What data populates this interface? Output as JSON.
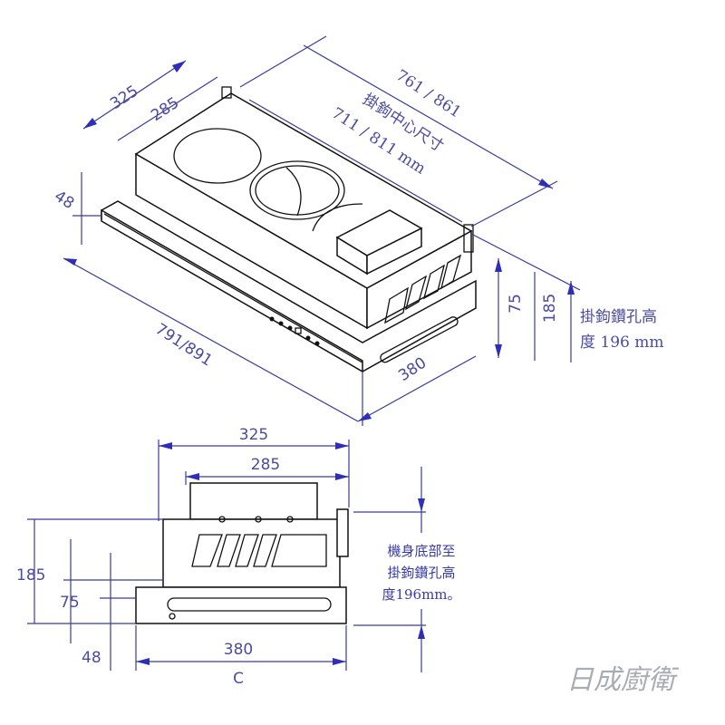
{
  "iso_view": {
    "depth_outer": "325",
    "depth_inner": "285",
    "width_total": "761 / 861",
    "hook_center_label": "掛鉤中心尺寸",
    "hook_center_value": "711 / 811 mm",
    "front_height": "48",
    "front_width": "791/891",
    "depth_bottom": "380",
    "height_small": "75",
    "height_total": "185",
    "hook_hole_note_line1": "掛鉤鑽孔高",
    "hook_hole_note_line2": "度 196 mm"
  },
  "side_view": {
    "depth_outer": "325",
    "depth_inner": "285",
    "height_total": "185",
    "height_small": "75",
    "front_height": "48",
    "depth_bottom": "380",
    "label_c": "C",
    "note_line1": "機身底部至",
    "note_line2": "掛鉤鑽孔高",
    "note_line3": "度196mm。"
  },
  "brand": "日成廚衛"
}
